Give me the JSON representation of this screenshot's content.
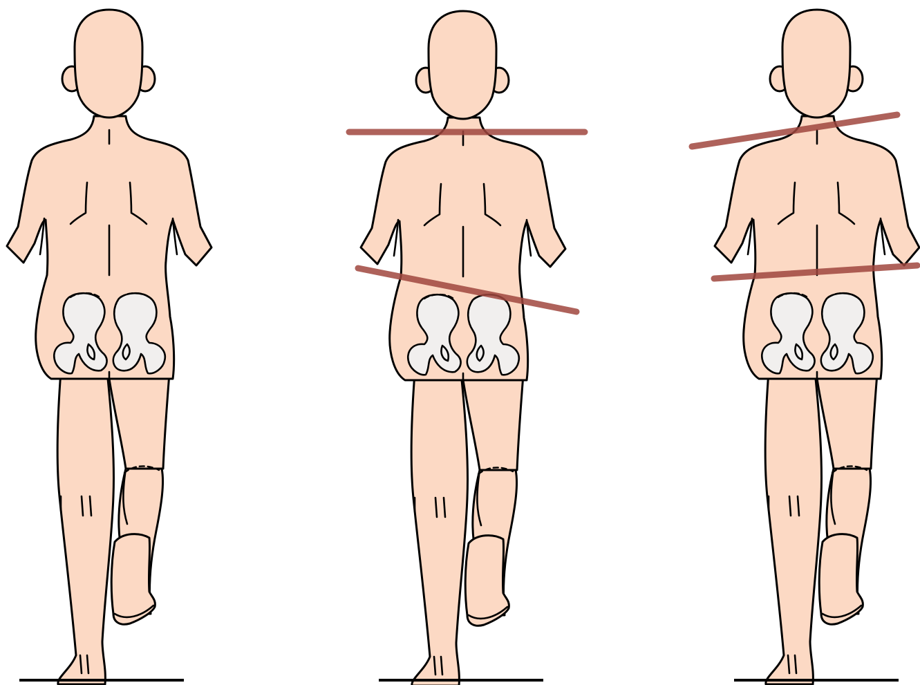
{
  "colors": {
    "skin": "#fcd9c4",
    "bone": "#f1efee",
    "outline": "#000000",
    "alignment_line": "#a0473f",
    "background": "#ffffff"
  },
  "figures": [
    {
      "id": "figure-neutral",
      "markers": []
    },
    {
      "id": "figure-pelvic-drop",
      "markers": [
        {
          "name": "shoulder-line",
          "tilt_deg": 0
        },
        {
          "name": "pelvis-line",
          "tilt_deg": 11
        }
      ]
    },
    {
      "id": "figure-trunk-lean",
      "markers": [
        {
          "name": "shoulder-line",
          "tilt_deg": -9
        },
        {
          "name": "pelvis-line",
          "tilt_deg": -6
        }
      ]
    }
  ]
}
